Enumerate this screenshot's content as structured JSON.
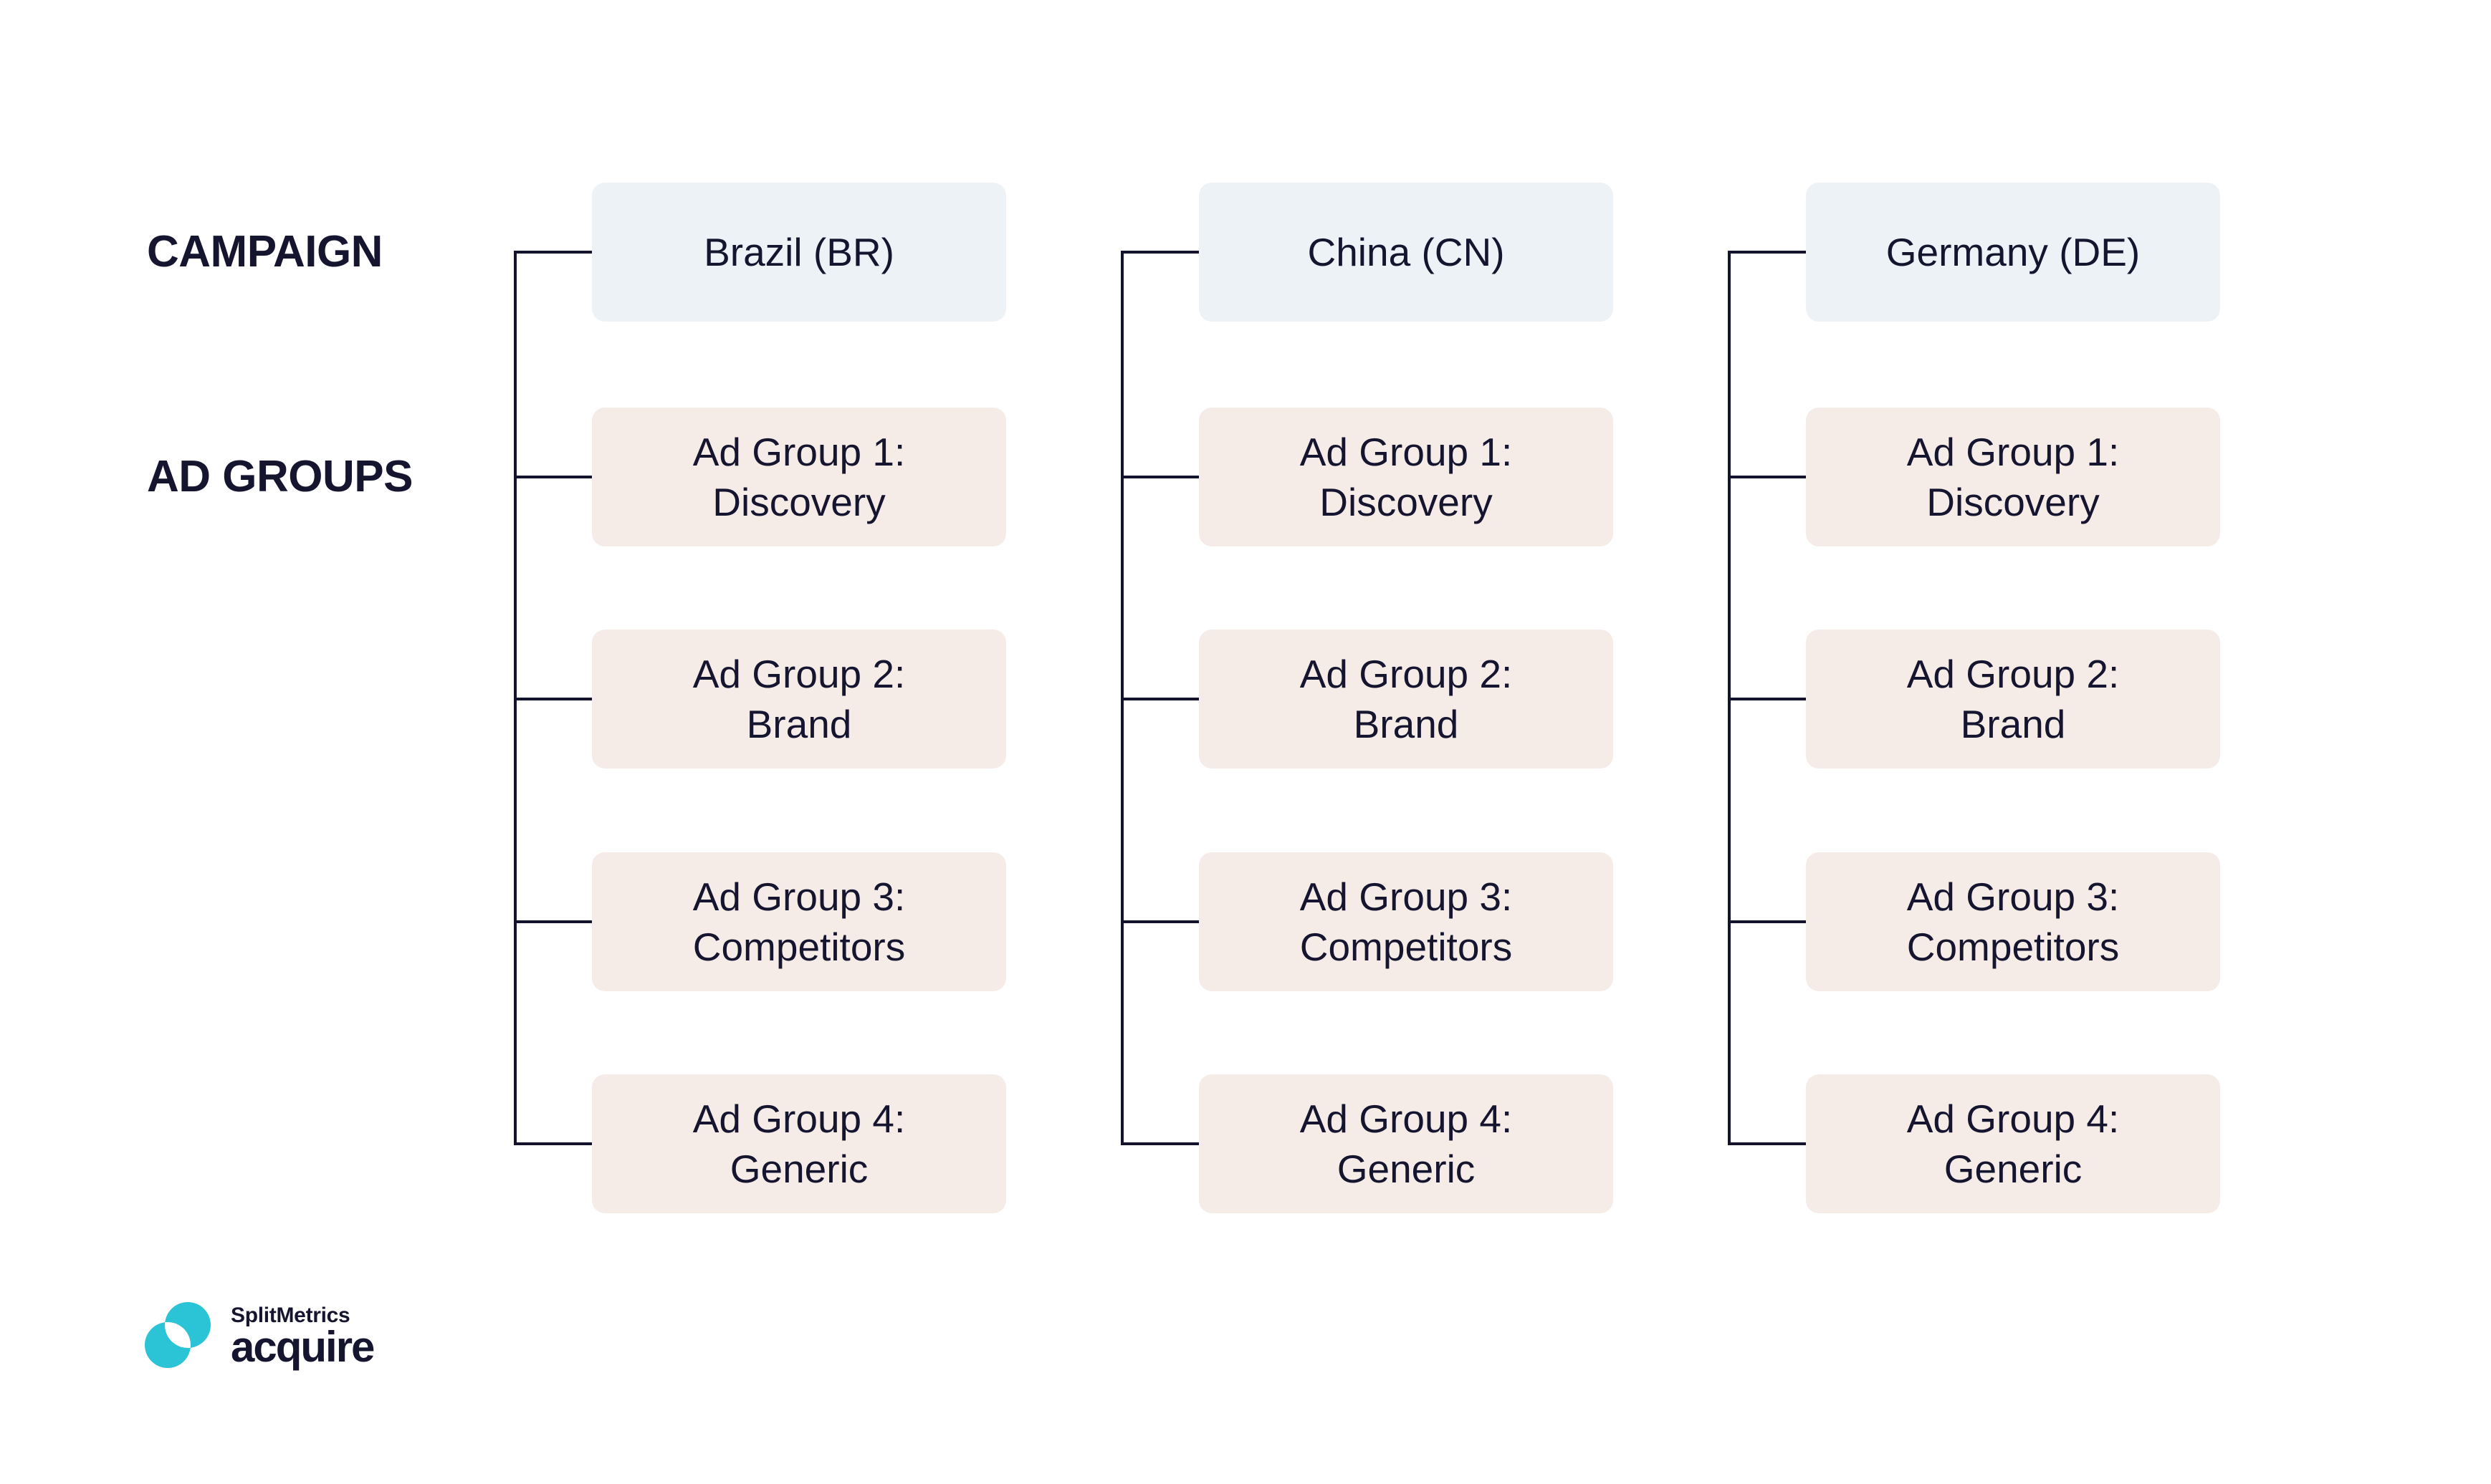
{
  "diagram": {
    "row_labels": {
      "campaign": "CAMPAIGN",
      "ad_groups": "AD GROUPS"
    },
    "columns": [
      {
        "campaign": "Brazil (BR)",
        "ad_groups": [
          {
            "line1": "Ad Group 1:",
            "line2": "Discovery"
          },
          {
            "line1": "Ad Group 2:",
            "line2": "Brand"
          },
          {
            "line1": "Ad Group 3:",
            "line2": "Competitors"
          },
          {
            "line1": "Ad Group 4:",
            "line2": "Generic"
          }
        ]
      },
      {
        "campaign": "China (CN)",
        "ad_groups": [
          {
            "line1": "Ad Group 1:",
            "line2": "Discovery"
          },
          {
            "line1": "Ad Group 2:",
            "line2": "Brand"
          },
          {
            "line1": "Ad Group 3:",
            "line2": "Competitors"
          },
          {
            "line1": "Ad Group 4:",
            "line2": "Generic"
          }
        ]
      },
      {
        "campaign": "Germany (DE)",
        "ad_groups": [
          {
            "line1": "Ad Group 1:",
            "line2": "Discovery"
          },
          {
            "line1": "Ad Group 2:",
            "line2": "Brand"
          },
          {
            "line1": "Ad Group 3:",
            "line2": "Competitors"
          },
          {
            "line1": "Ad Group 4:",
            "line2": "Generic"
          }
        ]
      }
    ]
  },
  "logo": {
    "brand": "SplitMetrics",
    "product": "acquire"
  },
  "colors": {
    "background": "#ffffff",
    "navy": "#161530",
    "line": "#14132e",
    "campaign_box_bg": "#edf2f7",
    "ad_group_box_bg": "#f6ece7",
    "teal": "#2BC3D6"
  }
}
